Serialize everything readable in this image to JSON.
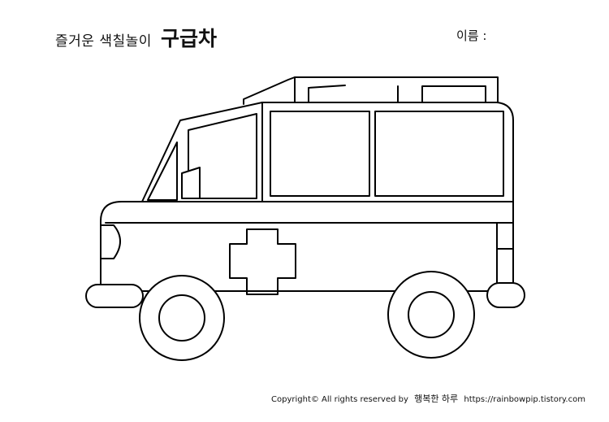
{
  "header": {
    "title_prefix": "즐거운 색칠놀이",
    "title_main": "구급차",
    "name_label": "이름 :"
  },
  "footer": {
    "copyright": "Copyright© All rights reserved by",
    "author": "행복한 하루",
    "url": "https://rainbowpip.tistory.com"
  }
}
